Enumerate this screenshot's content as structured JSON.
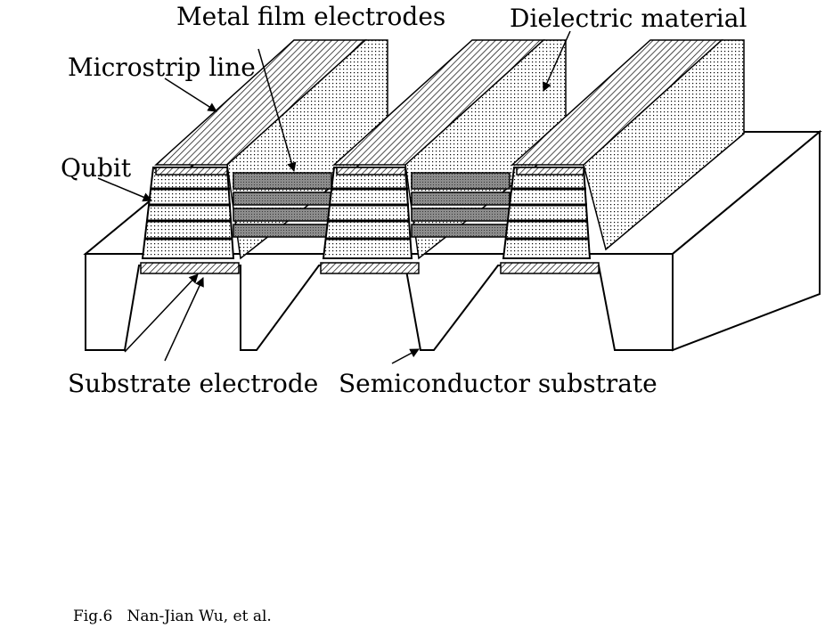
{
  "labels": {
    "metal_film_electrodes": "Metal film electrodes",
    "dielectric_material": "Dielectric material",
    "microstrip_line": "Microstrip line",
    "qubit": "Qubit",
    "substrate_electrode": "Substrate electrode",
    "semiconductor_substrate": "Semiconductor substrate"
  },
  "caption": "Fig.6   Nan-Jian Wu, et al.",
  "colors": {
    "line": "#000000",
    "background": "#ffffff",
    "electrode_fill": "#9a9a9a",
    "dot_fill": "#ffffff"
  }
}
